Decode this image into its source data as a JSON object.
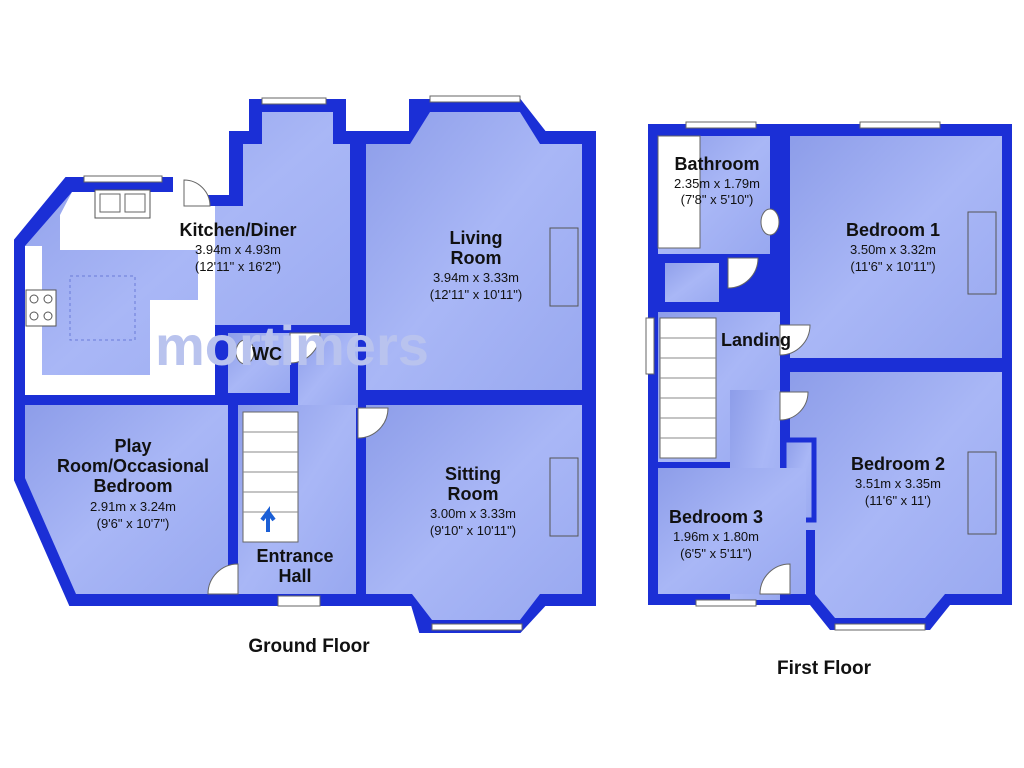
{
  "watermark": "mortimers",
  "floors": {
    "ground": {
      "label": "Ground Floor",
      "rooms": {
        "kitchen": {
          "name": "Kitchen/Diner",
          "dim_m": "3.94m x 4.93m",
          "dim_ft": "(12'11\" x 16'2\")"
        },
        "living": {
          "name_1": "Living",
          "name_2": "Room",
          "dim_m": "3.94m x 3.33m",
          "dim_ft": "(12'11\" x 10'11\")"
        },
        "wc": {
          "name": "WC"
        },
        "play": {
          "name_1": "Play",
          "name_2": "Room/Occasional",
          "name_3": "Bedroom",
          "dim_m": "2.91m x 3.24m",
          "dim_ft": "(9'6\" x 10'7\")"
        },
        "sitting": {
          "name_1": "Sitting",
          "name_2": "Room",
          "dim_m": "3.00m x 3.33m",
          "dim_ft": "(9'10\" x 10'11\")"
        },
        "hall": {
          "name_1": "Entrance",
          "name_2": "Hall"
        }
      }
    },
    "first": {
      "label": "First Floor",
      "rooms": {
        "bathroom": {
          "name": "Bathroom",
          "dim_m": "2.35m x 1.79m",
          "dim_ft": "(7'8\" x 5'10\")"
        },
        "bedroom1": {
          "name": "Bedroom 1",
          "dim_m": "3.50m x 3.32m",
          "dim_ft": "(11'6\" x 10'11\")"
        },
        "landing": {
          "name": "Landing"
        },
        "bedroom2": {
          "name": "Bedroom 2",
          "dim_m": "3.51m x 3.35m",
          "dim_ft": "(11'6\" x 11')"
        },
        "bedroom3": {
          "name": "Bedroom 3",
          "dim_m": "1.96m x 1.80m",
          "dim_ft": "(6'5\" x 5'11\")"
        }
      }
    }
  },
  "colors": {
    "wall": "#1b2fd6",
    "room_fill": "#a3b2f5",
    "fixture_fill": "#ffffff"
  }
}
